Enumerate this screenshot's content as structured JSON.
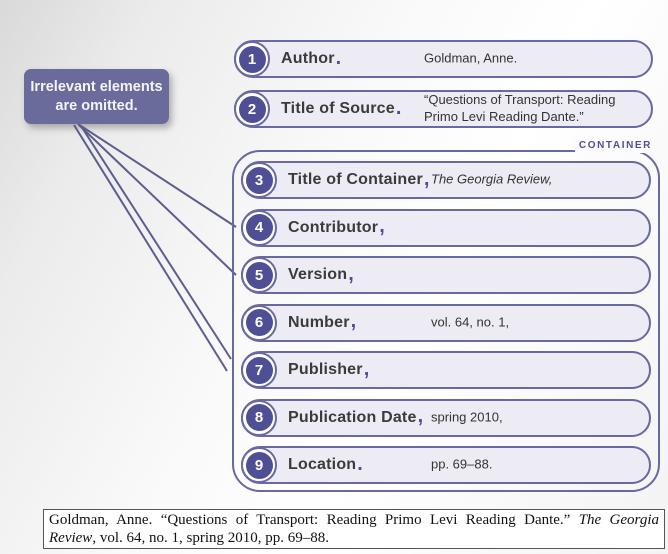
{
  "callout": {
    "line1": "Irrelevant elements",
    "line2": "are omitted."
  },
  "container_label": "CONTAINER",
  "rows": [
    {
      "num": "1",
      "label": "Author",
      "punct": ".",
      "value": "Goldman, Anne.",
      "value_italic": false,
      "in_container": false
    },
    {
      "num": "2",
      "label": "Title of Source",
      "punct": ".",
      "value": "“Questions of Transport: Reading Primo Levi Reading Dante.”",
      "value_italic": false,
      "in_container": false
    },
    {
      "num": "3",
      "label": "Title of Container",
      "punct": ",",
      "value": "The Georgia Review,",
      "value_italic": true,
      "in_container": true
    },
    {
      "num": "4",
      "label": "Contributor",
      "punct": ",",
      "value": "",
      "value_italic": false,
      "in_container": true
    },
    {
      "num": "5",
      "label": "Version",
      "punct": ",",
      "value": "",
      "value_italic": false,
      "in_container": true
    },
    {
      "num": "6",
      "label": "Number",
      "punct": ",",
      "value": "vol. 64, no. 1,",
      "value_italic": false,
      "in_container": true
    },
    {
      "num": "7",
      "label": "Publisher",
      "punct": ",",
      "value": "",
      "value_italic": false,
      "in_container": true
    },
    {
      "num": "8",
      "label": "Publication Date",
      "punct": ",",
      "value": "spring 2010,",
      "value_italic": false,
      "in_container": true
    },
    {
      "num": "9",
      "label": "Location",
      "punct": ".",
      "value": "pp. 69–88.",
      "value_italic": false,
      "in_container": true
    }
  ],
  "citation": {
    "line1": [
      {
        "text": "Goldman, Anne. “Questions of Transport: Reading Primo Levi Reading Dante.” ",
        "italic": false
      },
      {
        "text": "The Georgia",
        "italic": true
      }
    ],
    "line2": [
      {
        "text": "Review",
        "italic": true
      },
      {
        "text": ", vol. 64, no. 1, spring 2010, pp. 69–88.",
        "italic": false
      }
    ]
  },
  "colors": {
    "accent_dark": "#4f4f96",
    "pill_border": "#6868a2",
    "pill_fill": "#edecf5",
    "callout_bg": "#6b6b9b",
    "line": "#5d5d8f"
  }
}
